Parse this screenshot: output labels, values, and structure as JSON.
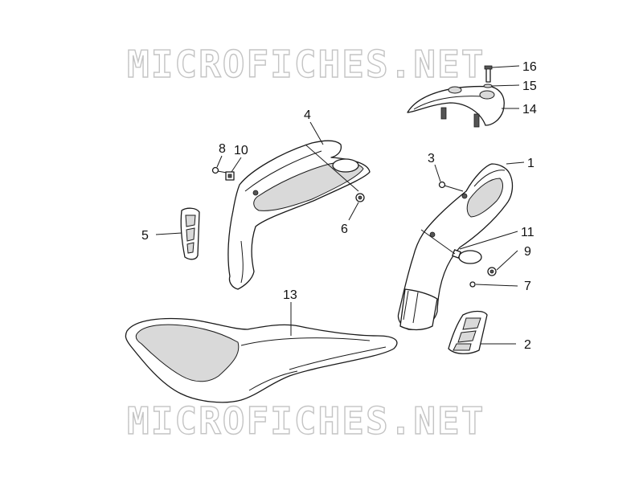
{
  "watermark": {
    "text": "MICROFICHES.NET"
  },
  "colors": {
    "line": "#1a1a1a",
    "watermark_stroke": "#c4c4c4",
    "shade": "#d9d9d9"
  },
  "callouts": [
    {
      "id": "c1",
      "label": "1"
    },
    {
      "id": "c2",
      "label": "2"
    },
    {
      "id": "c3",
      "label": "3"
    },
    {
      "id": "c4",
      "label": "4"
    },
    {
      "id": "c5",
      "label": "5"
    },
    {
      "id": "c6",
      "label": "6"
    },
    {
      "id": "c7",
      "label": "7"
    },
    {
      "id": "c8",
      "label": "8"
    },
    {
      "id": "c9",
      "label": "9"
    },
    {
      "id": "c10",
      "label": "10"
    },
    {
      "id": "c11",
      "label": "11"
    },
    {
      "id": "c13",
      "label": "13"
    },
    {
      "id": "c14",
      "label": "14"
    },
    {
      "id": "c15",
      "label": "15"
    },
    {
      "id": "c16",
      "label": "16"
    }
  ]
}
